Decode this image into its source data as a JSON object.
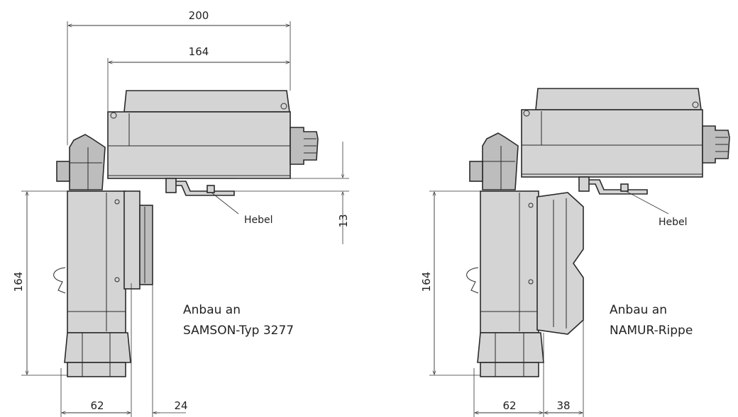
{
  "left_view": {
    "dim_total_width": "200",
    "dim_housing_width": "164",
    "dim_height": "164",
    "dim_lever_offset": "13",
    "dim_bottom_width": "62",
    "dim_adapter_depth": "24",
    "lever_label": "Hebel",
    "caption_line1": "Anbau an",
    "caption_line2": "SAMSON-Typ 3277"
  },
  "right_view": {
    "dim_height": "164",
    "dim_bottom_width": "62",
    "dim_adapter_depth": "38",
    "lever_label": "Hebel",
    "caption_line1": "Anbau an",
    "caption_line2": "NAMUR-Rippe"
  }
}
